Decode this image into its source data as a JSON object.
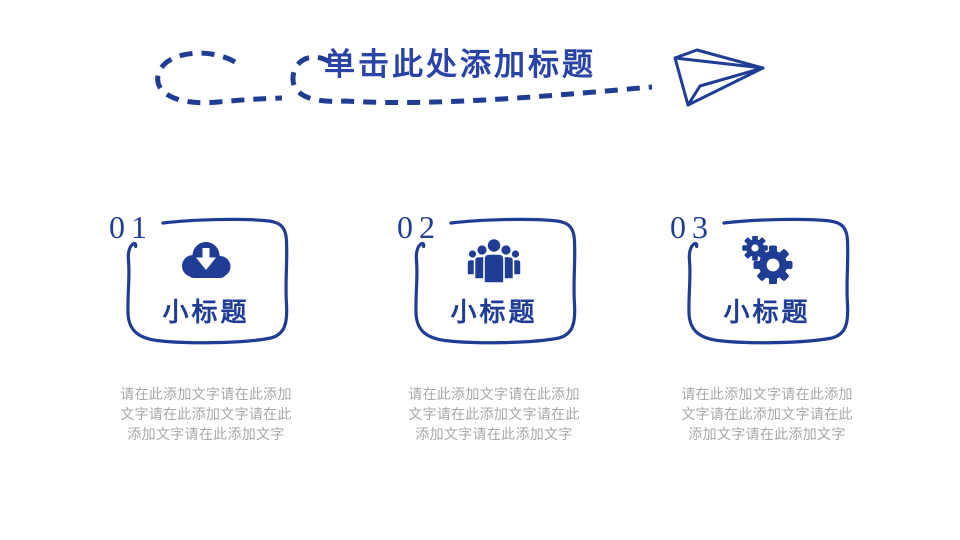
{
  "slide": {
    "colors": {
      "primary": "#1f3d94",
      "title": "#2a43a6",
      "body_text": "#a8a8a8"
    },
    "title": "单击此处添加标题",
    "decor_icons": [
      "dashed-doodle-line-icon",
      "paper-plane-icon"
    ],
    "cards": [
      {
        "number": "01",
        "icon": "cloud-download-icon",
        "subtitle": "小标题",
        "body_lines": [
          "请在此添加文字请在此添加",
          "文字请在此添加文字请在此",
          "添加文字请在此添加文字"
        ]
      },
      {
        "number": "02",
        "icon": "team-icon",
        "subtitle": "小标题",
        "body_lines": [
          "请在此添加文字请在此添加",
          "文字请在此添加文字请在此",
          "添加文字请在此添加文字"
        ]
      },
      {
        "number": "03",
        "icon": "gears-icon",
        "subtitle": "小标题",
        "body_lines": [
          "请在此添加文字请在此添加",
          "文字请在此添加文字请在此",
          "添加文字请在此添加文字"
        ]
      }
    ]
  }
}
